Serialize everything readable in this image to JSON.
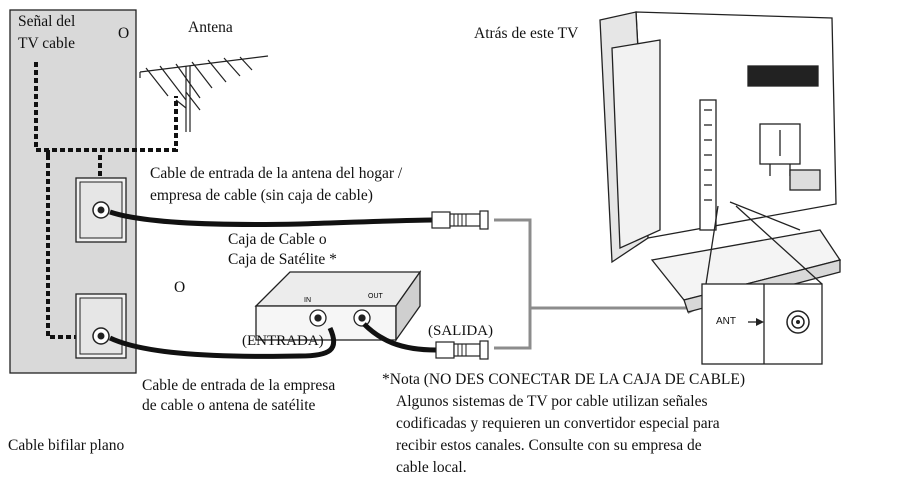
{
  "wall": {
    "label_line1": "Señal del",
    "label_line2": "TV cable",
    "or_top": "O",
    "antenna_label": "Antena",
    "or_mid": "O"
  },
  "tv": {
    "label": "Atrás de este TV",
    "ant_terminal": "ANT"
  },
  "cables": {
    "antenna_cable_line1": "Cable de entrada de la antena del hogar /",
    "antenna_cable_line2": "empresa de cable (sin caja de cable)",
    "box_line1": "Caja de Cable o",
    "box_line2": "Caja de Satélite",
    "box_asterisk": "*",
    "box_in": "IN",
    "box_out": "OUT",
    "entrada": "(ENTRADA)",
    "salida": "(SALIDA)",
    "satellite_line1": "Cable de entrada de la empresa",
    "satellite_line2": "de cable o antena de satélite",
    "flat_cable": "Cable bifilar plano"
  },
  "note": {
    "title": "*Nota (NO DES CONECTAR DE LA CAJA DE CABLE)",
    "line1": "Algunos sistemas de TV por cable utilizan señales",
    "line2": "codificadas y requieren un convertidor especial para",
    "line3": "recibir estos canales. Consulte con su empresa de",
    "line4": "cable local."
  }
}
